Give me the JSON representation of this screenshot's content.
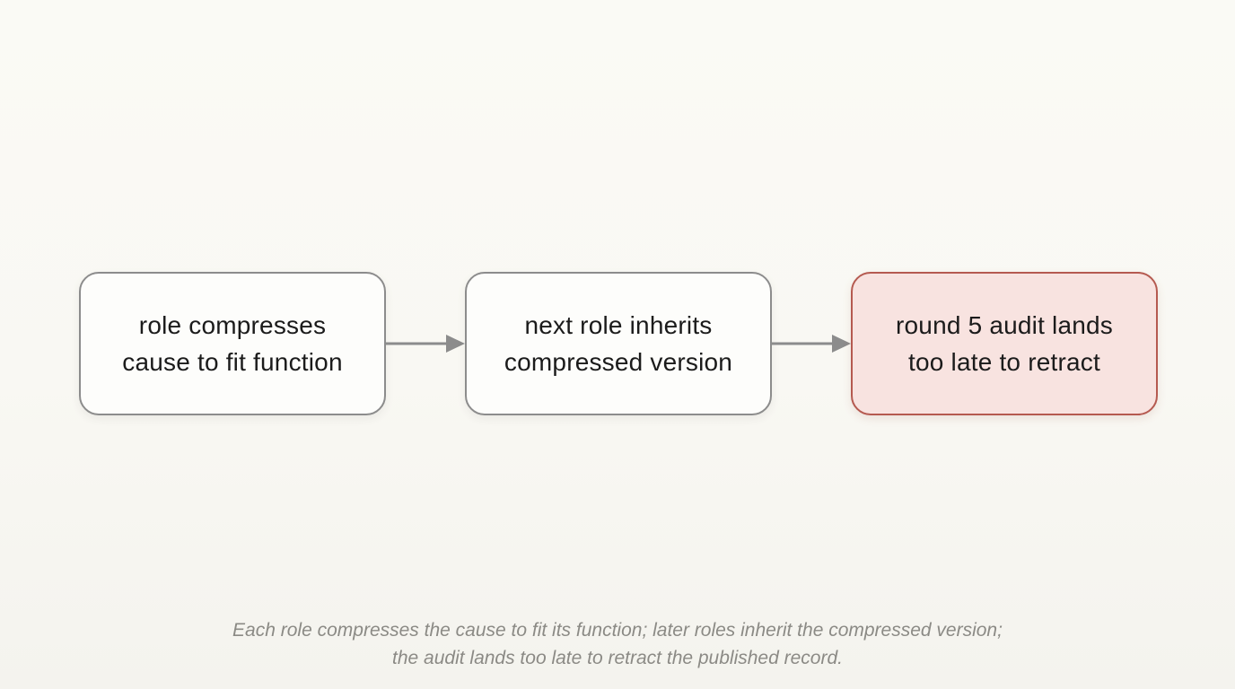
{
  "page": {
    "background_top": "#fafaf5",
    "background_bottom": "#f4f3ee"
  },
  "diagram": {
    "nodes": [
      {
        "line1": "role compresses",
        "line2": "cause to fit function",
        "variant": "default"
      },
      {
        "line1": "next role inherits",
        "line2": "compressed version",
        "variant": "default"
      },
      {
        "line1": "round 5 audit lands",
        "line2": "too late to retract",
        "variant": "highlight"
      }
    ],
    "arrow_icon": "arrow-right-icon",
    "colors": {
      "node_fill": "#fdfdfb",
      "node_border": "#8c8c8c",
      "highlight_fill": "#f8e3e0",
      "highlight_border": "#b55a50",
      "arrow": "#8c8c8c",
      "node_text": "#1b1b1b",
      "caption_text": "#8b8a85"
    }
  },
  "caption": {
    "line1": "Each role compresses the cause to fit its function; later roles inherit the compressed version;",
    "line2": "the audit lands too late to retract the published record."
  }
}
